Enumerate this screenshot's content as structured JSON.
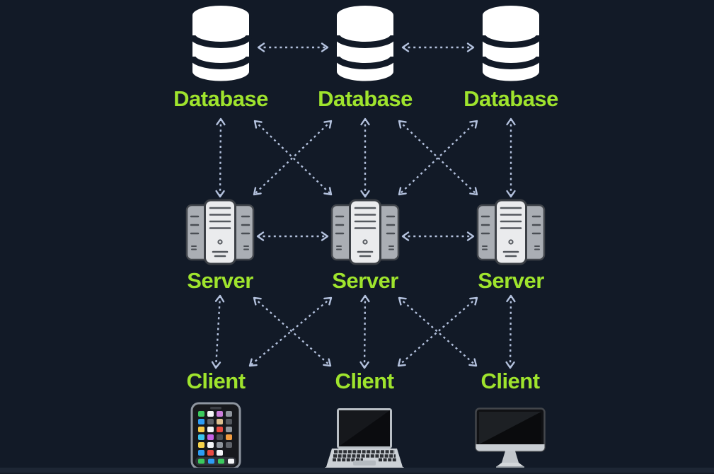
{
  "diagram": {
    "background_color": "#121a27",
    "label_color": "#9fe42d",
    "arrow_color": "#b3c1dd",
    "edge_style": "dashed-bidirectional",
    "nodes": {
      "databases": [
        {
          "id": "db1",
          "label": "Database",
          "icon": "database-cylinder-icon"
        },
        {
          "id": "db2",
          "label": "Database",
          "icon": "database-cylinder-icon"
        },
        {
          "id": "db3",
          "label": "Database",
          "icon": "database-cylinder-icon"
        }
      ],
      "servers": [
        {
          "id": "server1",
          "label": "Server",
          "icon": "server-tower-icon"
        },
        {
          "id": "server2",
          "label": "Server",
          "icon": "server-tower-icon"
        },
        {
          "id": "server3",
          "label": "Server",
          "icon": "server-tower-icon"
        }
      ],
      "clients": [
        {
          "id": "client1",
          "label": "Client",
          "icon": "smartphone-icon"
        },
        {
          "id": "client2",
          "label": "Client",
          "icon": "laptop-icon"
        },
        {
          "id": "client3",
          "label": "Client",
          "icon": "desktop-computer-icon"
        }
      ]
    },
    "edges": [
      {
        "from": "db1",
        "to": "db2"
      },
      {
        "from": "db2",
        "to": "db3"
      },
      {
        "from": "db1",
        "to": "server1"
      },
      {
        "from": "db2",
        "to": "server2"
      },
      {
        "from": "db3",
        "to": "server3"
      },
      {
        "from": "db1",
        "to": "server2"
      },
      {
        "from": "db2",
        "to": "server1"
      },
      {
        "from": "db2",
        "to": "server3"
      },
      {
        "from": "db3",
        "to": "server2"
      },
      {
        "from": "server1",
        "to": "server2"
      },
      {
        "from": "server2",
        "to": "server3"
      },
      {
        "from": "server1",
        "to": "client1"
      },
      {
        "from": "server2",
        "to": "client2"
      },
      {
        "from": "server3",
        "to": "client3"
      },
      {
        "from": "server1",
        "to": "client2"
      },
      {
        "from": "server2",
        "to": "client1"
      },
      {
        "from": "server2",
        "to": "client3"
      },
      {
        "from": "server3",
        "to": "client2"
      }
    ]
  }
}
